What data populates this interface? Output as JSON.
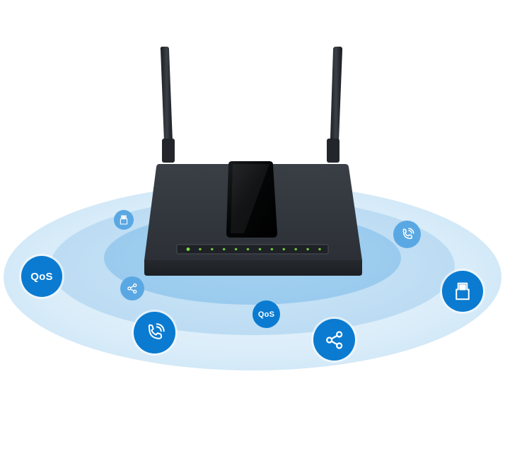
{
  "colors": {
    "background": "#ffffff",
    "ring_outer": "#dcedf9",
    "ring_middle": "#c3e0f5",
    "ring_inner": "#a6d2f0",
    "icon_primary": "#0a7bd0",
    "icon_secondary": "#5aa8e3",
    "router_body": "#2f3339",
    "led_green": "#7ddc45"
  },
  "features": [
    {
      "id": "qos-large",
      "icon": "qos-icon",
      "size": "large",
      "label": "QoS"
    },
    {
      "id": "qos-small",
      "icon": "qos-icon",
      "size": "medium",
      "label": "QoS"
    },
    {
      "id": "phone-large",
      "icon": "phone-icon",
      "size": "large",
      "label": ""
    },
    {
      "id": "phone-small",
      "icon": "phone-icon",
      "size": "small",
      "label": ""
    },
    {
      "id": "share-large",
      "icon": "share-icon",
      "size": "large",
      "label": ""
    },
    {
      "id": "share-small",
      "icon": "share-icon",
      "size": "small",
      "label": ""
    },
    {
      "id": "usb-large",
      "icon": "usb-icon",
      "size": "large",
      "label": ""
    },
    {
      "id": "usb-small",
      "icon": "usb-icon",
      "size": "small",
      "label": ""
    }
  ],
  "router": {
    "antenna_count": 2,
    "status_led_count": 12
  }
}
